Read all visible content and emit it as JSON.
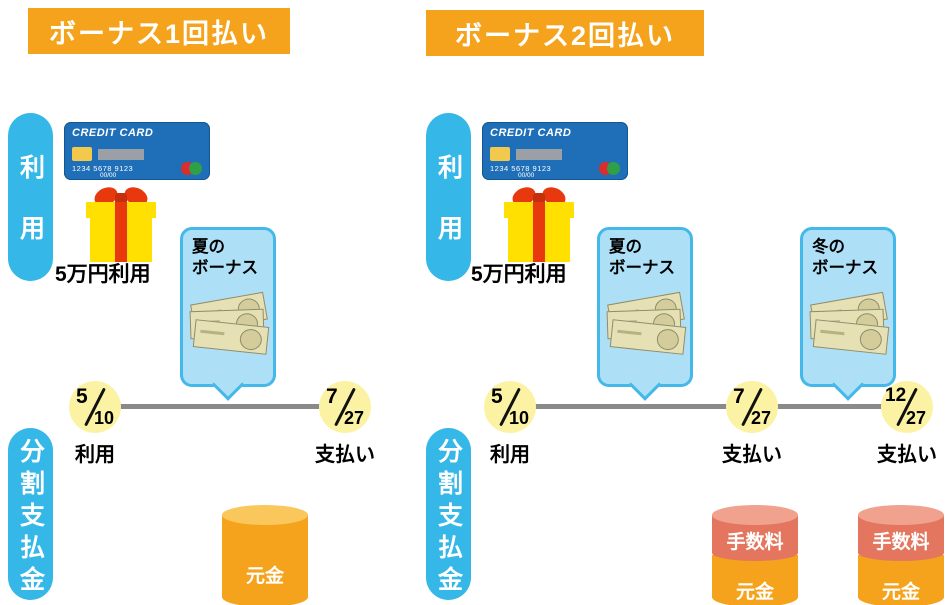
{
  "colors": {
    "header_orange": "#F5A31C",
    "pill_blue": "#35B7E8",
    "bubble_fill": "#ADE0F7",
    "bubble_border": "#45B8EA",
    "date_circle_yellow": "#FBF3A3",
    "timeline_gray": "#8A8A8A",
    "cylinder_orange": "#F5A31C",
    "fee_salmon": "#E4765F",
    "card_blue": "#1E6FB8",
    "gift_yellow": "#FFE000",
    "gift_red": "#E8380D"
  },
  "card": {
    "brand": "CREDIT CARD",
    "number": "1234 5678 9123",
    "expiry": "00/00"
  },
  "panels": [
    {
      "title": "ボーナス1回払い",
      "usage_pill": "利用",
      "amount": "5万円利用",
      "installment_pill": "分割支払金",
      "bubbles": [
        {
          "label": "夏の\nボーナス"
        }
      ],
      "timeline": [
        {
          "num": "5",
          "den": "10",
          "label": "利用"
        },
        {
          "num": "7",
          "den": "27",
          "label": "支払い"
        }
      ],
      "cylinders": [
        {
          "principal": "元金"
        }
      ]
    },
    {
      "title": "ボーナス2回払い",
      "usage_pill": "利用",
      "amount": "5万円利用",
      "installment_pill": "分割支払金",
      "bubbles": [
        {
          "label": "夏の\nボーナス"
        },
        {
          "label": "冬の\nボーナス"
        }
      ],
      "timeline": [
        {
          "num": "5",
          "den": "10",
          "label": "利用"
        },
        {
          "num": "7",
          "den": "27",
          "label": "支払い"
        },
        {
          "num": "12",
          "den": "27",
          "label": "支払い"
        }
      ],
      "cylinders": [
        {
          "fee": "手数料",
          "principal": "元金"
        },
        {
          "fee": "手数料",
          "principal": "元金"
        }
      ]
    }
  ]
}
